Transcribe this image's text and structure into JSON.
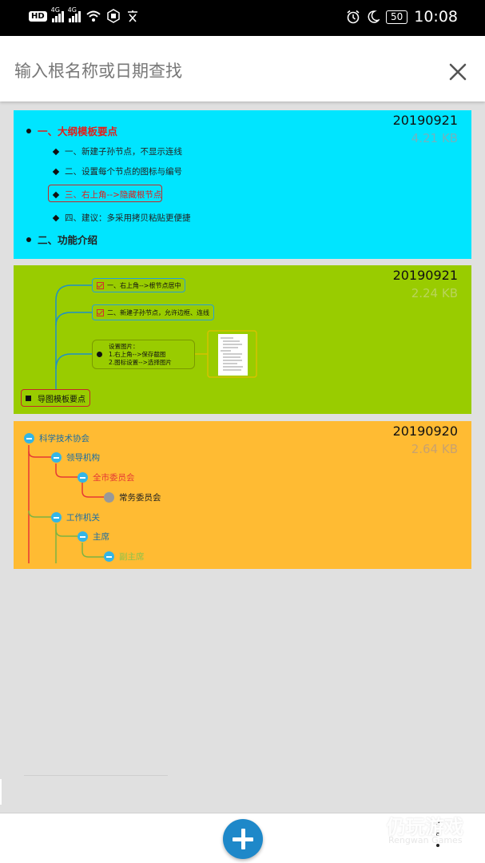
{
  "status_bar": {
    "hd": "HD",
    "net1": "4G",
    "net2": "4G",
    "battery": "50",
    "time": "10:08"
  },
  "search": {
    "placeholder": "输入根名称或日期查找"
  },
  "colors": {
    "card_outline": "#00e5ff",
    "card_mindmap": "#99cc00",
    "card_tree": "#ffbb33",
    "fab": "#1e88c9",
    "highlight_red": "#e0201b"
  },
  "cards": [
    {
      "date": "20190921",
      "size": "4.21 KB",
      "outline": {
        "root1": "一、大纲模板要点",
        "items": [
          "一、新建子孙节点，不显示连线",
          "二、设置每个节点的图标与编号",
          "三、右上角-->隐藏根节点",
          "四、建议：多采用拷贝粘贴更便捷"
        ],
        "root2": "二、功能介绍"
      }
    },
    {
      "date": "20190921",
      "size": "2.24 KB",
      "mindmap": {
        "node1": "一、右上角-->根节点居中",
        "node2": "二、新建子孙节点，允许边框、连线",
        "node3_title": "设置图片：",
        "node3_line1": "1.右上角-->保存截图",
        "node3_line2": "2.图标设置-->选择图片",
        "root": "导图模板要点"
      }
    },
    {
      "date": "20190920",
      "size": "2.64 KB",
      "tree": {
        "root": "科学技术协会",
        "leader": "领导机构",
        "committee": "全市委员会",
        "standing": "常务委员会",
        "work": "工作机关",
        "chair": "主席",
        "vice": "副主席"
      }
    }
  ],
  "watermark": {
    "cn": "仍玩游戏",
    "en": "Rengwan Games"
  },
  "icons": {
    "close": "close-icon",
    "add": "plus-icon",
    "more": "more-vertical-icon"
  }
}
